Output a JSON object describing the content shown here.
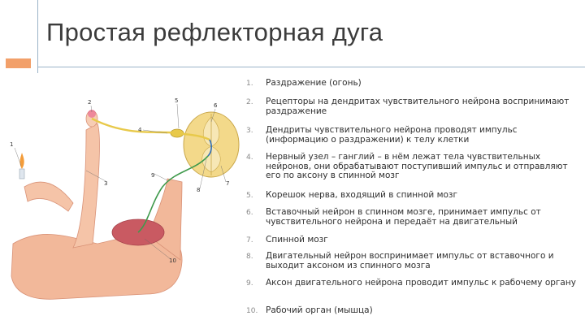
{
  "slide": {
    "title": "Простая рефлекторная дуга"
  },
  "diagram": {
    "callouts": [
      "1",
      "2",
      "3",
      "4",
      "5",
      "6",
      "7",
      "8",
      "9",
      "10"
    ]
  },
  "list": {
    "items": [
      {
        "num": "1.",
        "text": "Раздражение (огонь)"
      },
      {
        "num": "2.",
        "text": "Рецепторы на дендритах чувствительного нейрона воспринимают раздражение"
      },
      {
        "num": "3.",
        "text": "Дендриты чувствительного нейрона проводят импульс (информацию о раздражении) к телу клетки"
      },
      {
        "num": "4.",
        "text": "Нервный узел – ганглий – в нём лежат тела чувствительных нейронов, они обрабатывают поступивший импульс и отправляют его по аксону в спинной мозг"
      },
      {
        "num": "5.",
        "text": "Корешок нерва, входящий в спинной мозг"
      },
      {
        "num": "6.",
        "text": "Вставочный нейрон в спинном мозге, принимает импульс от чувствительного нейрона и передаёт на двигательный"
      },
      {
        "num": "7.",
        "text": "Спинной мозг"
      },
      {
        "num": "8.",
        "text": "Двигательный нейрон воспринимает импульс от вставочного и выходит аксоном из спинного мозга"
      },
      {
        "num": "9.",
        "text": "Аксон двигательного нейрона проводит импульс к рабочему органу"
      },
      {
        "num": "10.",
        "text": "Рабочий орган (мышца)"
      }
    ]
  },
  "colors": {
    "sensory_nerve": "#e8c94a",
    "motor_nerve": "#3f9a4c",
    "interneuron": "#2f6db5",
    "skin": "#f2b89a",
    "muscle": "#c95a62",
    "spinal_cord": "#f3d98a",
    "accent": "#f2a06a",
    "rule": "#9bb4c8"
  }
}
